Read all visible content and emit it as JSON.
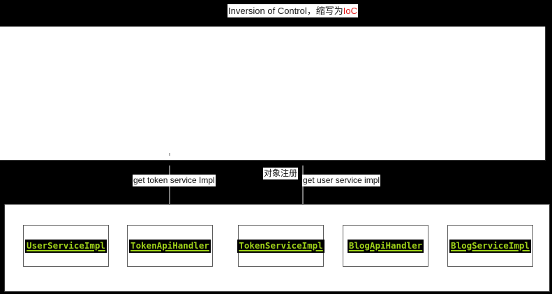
{
  "diagram": {
    "title": {
      "text_main": "Inversion of Control，缩写为",
      "text_accent": "IoC",
      "accent_color": "#e11b1b"
    },
    "background_color": "#000000",
    "panel_color": "#ffffff",
    "edge_labels": [
      {
        "id": "get-token-service-impl",
        "text": "get token service Impl"
      },
      {
        "id": "object-registration",
        "text": "对象注册"
      },
      {
        "id": "get-user-service-impl",
        "text": "get user service impl"
      }
    ],
    "nodes": [
      {
        "id": "user-service-impl",
        "label": "UserServiceImpl"
      },
      {
        "id": "token-api-handler",
        "label": "TokenApiHandler"
      },
      {
        "id": "token-service-impl",
        "label": "TokenServiceImpl"
      },
      {
        "id": "blog-api-handler",
        "label": "BlogApiHandler"
      },
      {
        "id": "blog-service-impl",
        "label": "BlogServiceImpl"
      }
    ],
    "node_text_color": "#9fd219",
    "node_text_background": "#000000",
    "connector_color": "#7a7a7a"
  }
}
